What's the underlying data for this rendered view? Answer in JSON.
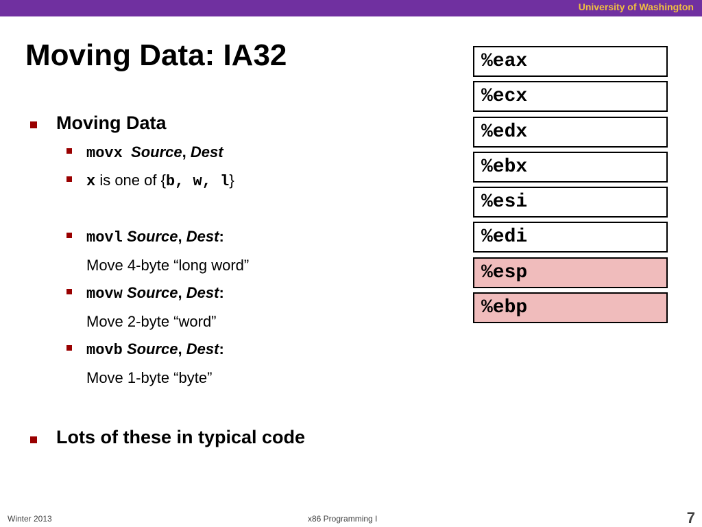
{
  "header": {
    "institution": "University of Washington"
  },
  "title": "Moving Data: IA32",
  "bullets": {
    "moving_data": "Moving Data",
    "movx": {
      "instr": "movx",
      "source": "Source",
      "comma": ",",
      "dest": "Dest"
    },
    "x_line": {
      "x": "x",
      "middle": " is one of {",
      "set": "b, w, l",
      "end": "}"
    },
    "movl": {
      "instr": "movl",
      "source": "Source",
      "comma": ",",
      "dest": "Dest",
      "colon": ":",
      "desc": "Move 4-byte “long word”"
    },
    "movw": {
      "instr": "movw",
      "source": "Source",
      "comma": ",",
      "dest": "Dest",
      "colon": ":",
      "desc": "Move 2-byte “word”"
    },
    "movb": {
      "instr": "movb",
      "source": "Source",
      "comma": ",",
      "dest": "Dest",
      "colon": ":",
      "desc": "Move 1-byte “byte”"
    },
    "lots": "Lots of these in typical code"
  },
  "registers": [
    {
      "name": "%eax",
      "highlight": false
    },
    {
      "name": "%ecx",
      "highlight": false
    },
    {
      "name": "%edx",
      "highlight": false
    },
    {
      "name": "%ebx",
      "highlight": false
    },
    {
      "name": "%esi",
      "highlight": false
    },
    {
      "name": "%edi",
      "highlight": false
    },
    {
      "name": "%esp",
      "highlight": true
    },
    {
      "name": "%ebp",
      "highlight": true
    }
  ],
  "colors": {
    "header_bar": "#7030a0",
    "institution_text": "#f0c040",
    "bullet": "#990000",
    "register_highlight": "#f0bcbc"
  },
  "footer": {
    "left": "Winter 2013",
    "center": "x86 Programming I",
    "page": "7"
  }
}
